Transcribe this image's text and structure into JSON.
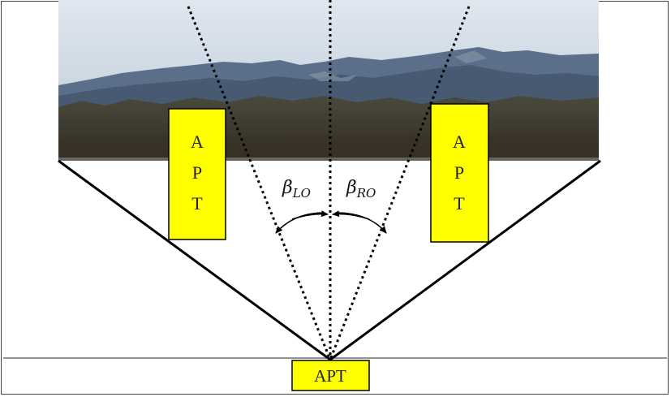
{
  "diagram": {
    "left_building": {
      "letters": [
        "A",
        "P",
        "T"
      ]
    },
    "right_building": {
      "letters": [
        "A",
        "P",
        "T"
      ]
    },
    "viewpoint_building": {
      "label": "APT"
    },
    "angles": {
      "left": {
        "symbol": "β",
        "subscript": "LO"
      },
      "right": {
        "symbol": "β",
        "subscript": "RO"
      }
    },
    "colors": {
      "building_fill": "#ffff00",
      "outline": "#000000"
    }
  }
}
